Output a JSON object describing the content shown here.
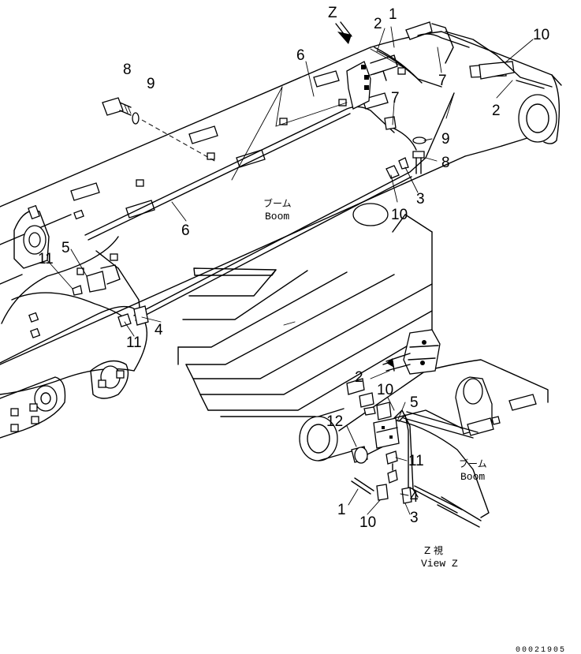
{
  "view_marker": {
    "letter": "Z"
  },
  "part_labels": [
    {
      "id": "lbl-1a",
      "text": "1"
    },
    {
      "id": "lbl-2a",
      "text": "2"
    },
    {
      "id": "lbl-10a",
      "text": "10"
    },
    {
      "id": "lbl-6a",
      "text": "6"
    },
    {
      "id": "lbl-8a",
      "text": "8"
    },
    {
      "id": "lbl-9a",
      "text": "9"
    },
    {
      "id": "lbl-7a",
      "text": "7"
    },
    {
      "id": "lbl-2b",
      "text": "2"
    },
    {
      "id": "lbl-7b",
      "text": "7"
    },
    {
      "id": "lbl-9b",
      "text": "9"
    },
    {
      "id": "lbl-8b",
      "text": "8"
    },
    {
      "id": "lbl-3a",
      "text": "3"
    },
    {
      "id": "lbl-10b",
      "text": "10"
    },
    {
      "id": "lbl-6b",
      "text": "6"
    },
    {
      "id": "lbl-5a",
      "text": "5"
    },
    {
      "id": "lbl-11a",
      "text": "11"
    },
    {
      "id": "lbl-11b",
      "text": "11"
    },
    {
      "id": "lbl-4a",
      "text": "4"
    },
    {
      "id": "lbl-2c",
      "text": "2"
    },
    {
      "id": "lbl-10c",
      "text": "10"
    },
    {
      "id": "lbl-5b",
      "text": "5"
    },
    {
      "id": "lbl-12",
      "text": "12"
    },
    {
      "id": "lbl-11c",
      "text": "11"
    },
    {
      "id": "lbl-1b",
      "text": "1"
    },
    {
      "id": "lbl-4b",
      "text": "4"
    },
    {
      "id": "lbl-10d",
      "text": "10"
    },
    {
      "id": "lbl-3b",
      "text": "3"
    }
  ],
  "boom_label_main": {
    "jp": "ブーム",
    "en": "Boom"
  },
  "boom_label_view": {
    "jp": "ブーム",
    "en": "Boom"
  },
  "view_caption": {
    "jp": "Z 視",
    "en": "View Z"
  },
  "drawing_number": "00021905"
}
